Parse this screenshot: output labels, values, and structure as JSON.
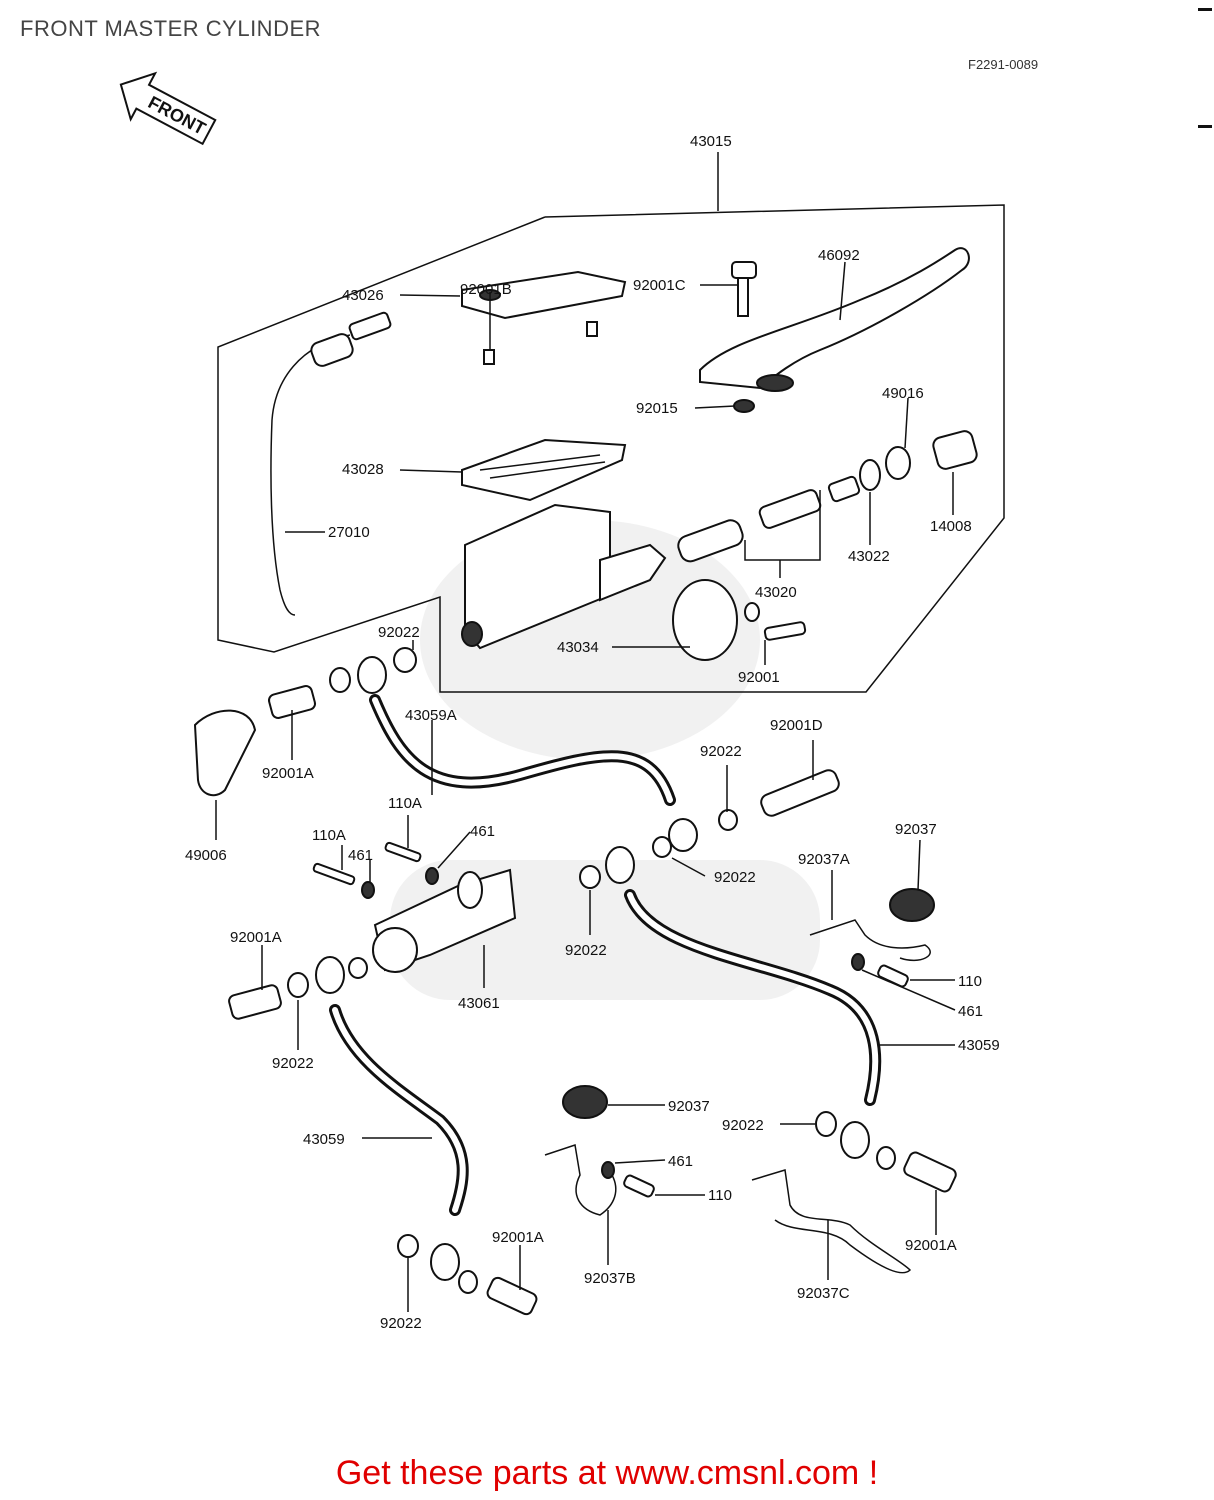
{
  "header": {
    "title": "FRONT MASTER CYLINDER",
    "diagram_code": "F2291-0089",
    "front_arrow_label": "FRONT"
  },
  "footer": {
    "promo_text": "Get these parts at www.cmsnl.com !"
  },
  "colors": {
    "promo": "#e00000",
    "line": "#111111"
  },
  "labels": {
    "p43015": "43015",
    "p46092": "46092",
    "p92001C": "92001C",
    "p92001B": "92001B",
    "p43026": "43026",
    "p92015": "92015",
    "p49016": "49016",
    "p43028": "43028",
    "p27010": "27010",
    "p14008": "14008",
    "p43022": "43022",
    "p43020": "43020",
    "p92022_top": "92022",
    "p43034": "43034",
    "p92001": "92001",
    "p92001A_1": "92001A",
    "p43059A": "43059A",
    "p92001D": "92001D",
    "p92022_2": "92022",
    "p49006": "49006",
    "p110A_1": "110A",
    "p461_1": "461",
    "p110A_2": "110A",
    "p461_2": "461",
    "p92022_3": "92022",
    "p92037": "92037",
    "p92037A": "92037A",
    "p92001A_2": "92001A",
    "p92022_4": "92022",
    "p43061": "43061",
    "p110_1": "110",
    "p461_3": "461",
    "p92022_5": "92022",
    "p43059_1": "43059",
    "p43059_2": "43059",
    "p92037_2": "92037",
    "p92022_6": "92022",
    "p461_4": "461",
    "p110_2": "110",
    "p92001A_3": "92001A",
    "p92037B": "92037B",
    "p92037C": "92037C",
    "p92001A_4": "92001A",
    "p92022_7": "92022"
  }
}
